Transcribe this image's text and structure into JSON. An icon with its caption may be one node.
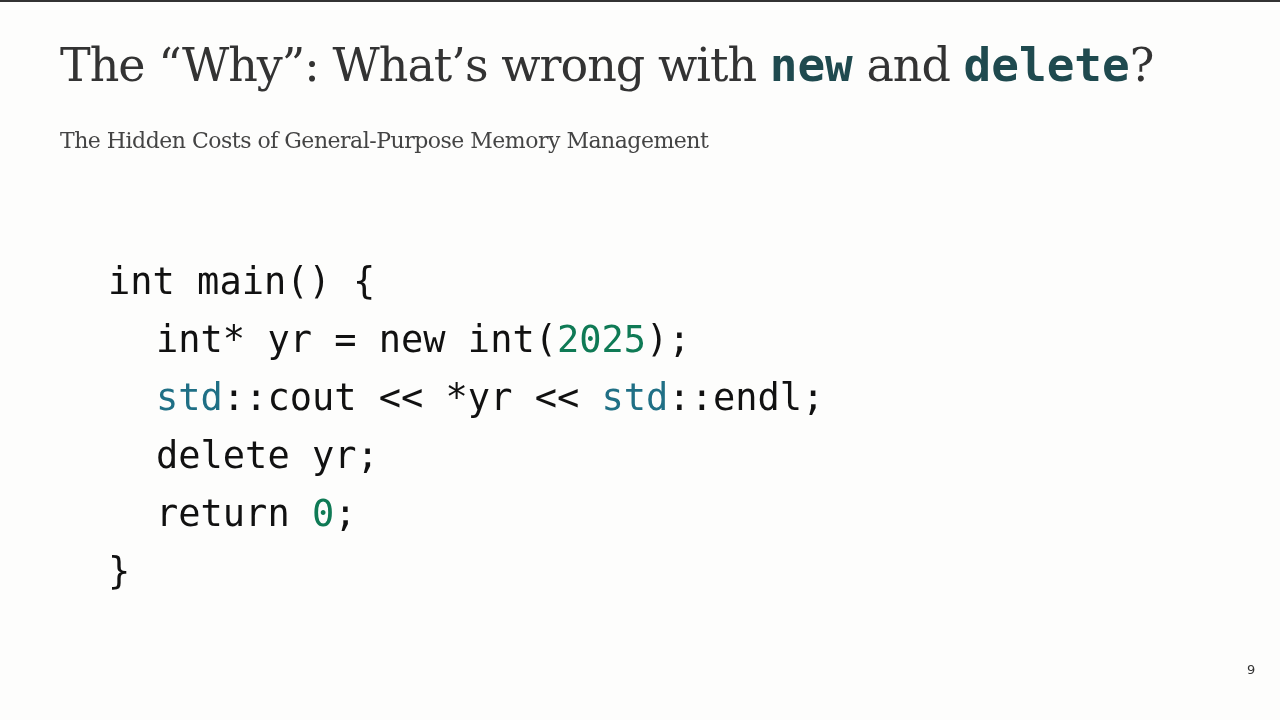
{
  "diagram": {
    "title": "The “Why”: What’s wrong with **new** and **delete**?",
    "labels": [
      "The Hidden Costs of General-Purpose Memory Management",
      "int main() {",
      "int* yr = new int(2025);",
      "std::cout << *yr << std::endl;",
      "delete yr;",
      "return 0;",
      "}",
      "9"
    ]
  }
}
